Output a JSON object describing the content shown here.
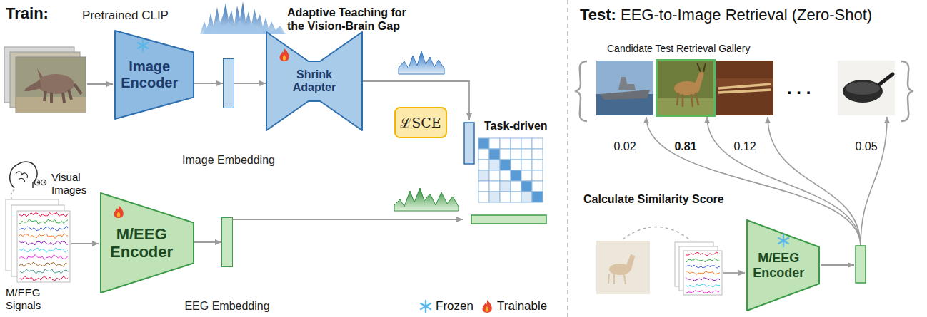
{
  "diagram": {
    "nodes": [
      {
        "text": [
          "Pretrained CLIP",
          "Image Encoder"
        ]
      },
      {
        "text": [
          "Image Embedding"
        ]
      },
      {
        "text": [
          "Shrink Adapter"
        ]
      },
      {
        "text": [
          "Task-driven"
        ]
      },
      {
        "text": [
          "ℒSCE"
        ]
      },
      {
        "text": [
          "M/EEG Encoder"
        ]
      },
      {
        "text": [
          "EEG Embedding"
        ]
      },
      {
        "text": [
          "M/EEG Encoder"
        ]
      }
    ],
    "edges": [
      {
        "from": 0,
        "to": 1,
        "arrow": "to"
      },
      {
        "from": 1,
        "to": 2,
        "arrow": "to"
      },
      {
        "from": 2,
        "to": 3,
        "arrow": "to"
      },
      {
        "from": 5,
        "to": 6,
        "arrow": "to"
      },
      {
        "from": 6,
        "to": 3,
        "arrow": "to"
      }
    ],
    "labels": [
      "Train:",
      "Adaptive Teaching for the Vision-Brain Gap",
      "Visual Images",
      "M/EEG Signals",
      "Test:",
      "EEG-to-Image Retrieval (Zero-Shot)",
      "Candidate Test Retrieval Gallery",
      "0.02",
      "0.81",
      "0.12",
      ". . .",
      "0.05",
      "Calculate Similarity Score"
    ],
    "legend": [
      {
        "text": "Frozen"
      },
      {
        "text": "Trainable"
      }
    ]
  }
}
